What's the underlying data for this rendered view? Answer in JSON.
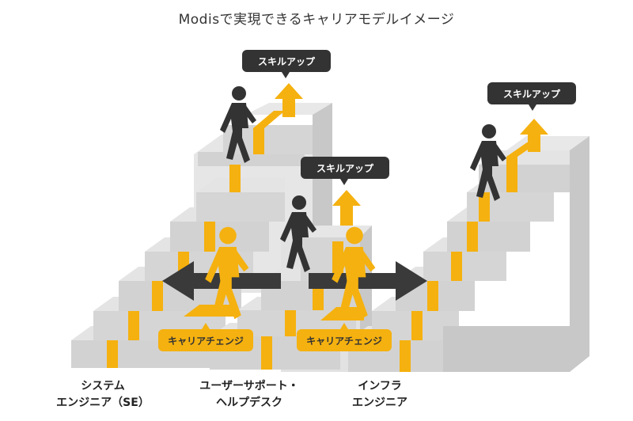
{
  "title": "Modisで実現できるキャリアモデルイメージ",
  "badges": {
    "skill_up": [
      "スキルアップ",
      "スキルアップ",
      "スキルアップ"
    ],
    "career_change": [
      "キャリアチェンジ",
      "キャリアチェンジ"
    ]
  },
  "stairs": [
    {
      "name": "system-engineer",
      "label_lines": [
        "システム",
        "エンジニア（SE）"
      ]
    },
    {
      "name": "user-support",
      "label_lines": [
        "ユーザーサポート・",
        "ヘルプデスク"
      ]
    },
    {
      "name": "infrastructure",
      "label_lines": [
        "インフラ",
        "エンジニア"
      ]
    }
  ],
  "colors": {
    "step_top": "#dcdcdc",
    "step_front": "#d2d2d2",
    "step_side": "#e8e8e8",
    "accent": "#f5b10f",
    "accent_light": "#fbd46a",
    "dark": "#333333",
    "arrow_dark": "#3c3c3c",
    "text": "#333333"
  },
  "icons": {
    "walker": "person-walking-icon",
    "up": "arrow-up-icon",
    "double": "double-arrow-icon"
  }
}
